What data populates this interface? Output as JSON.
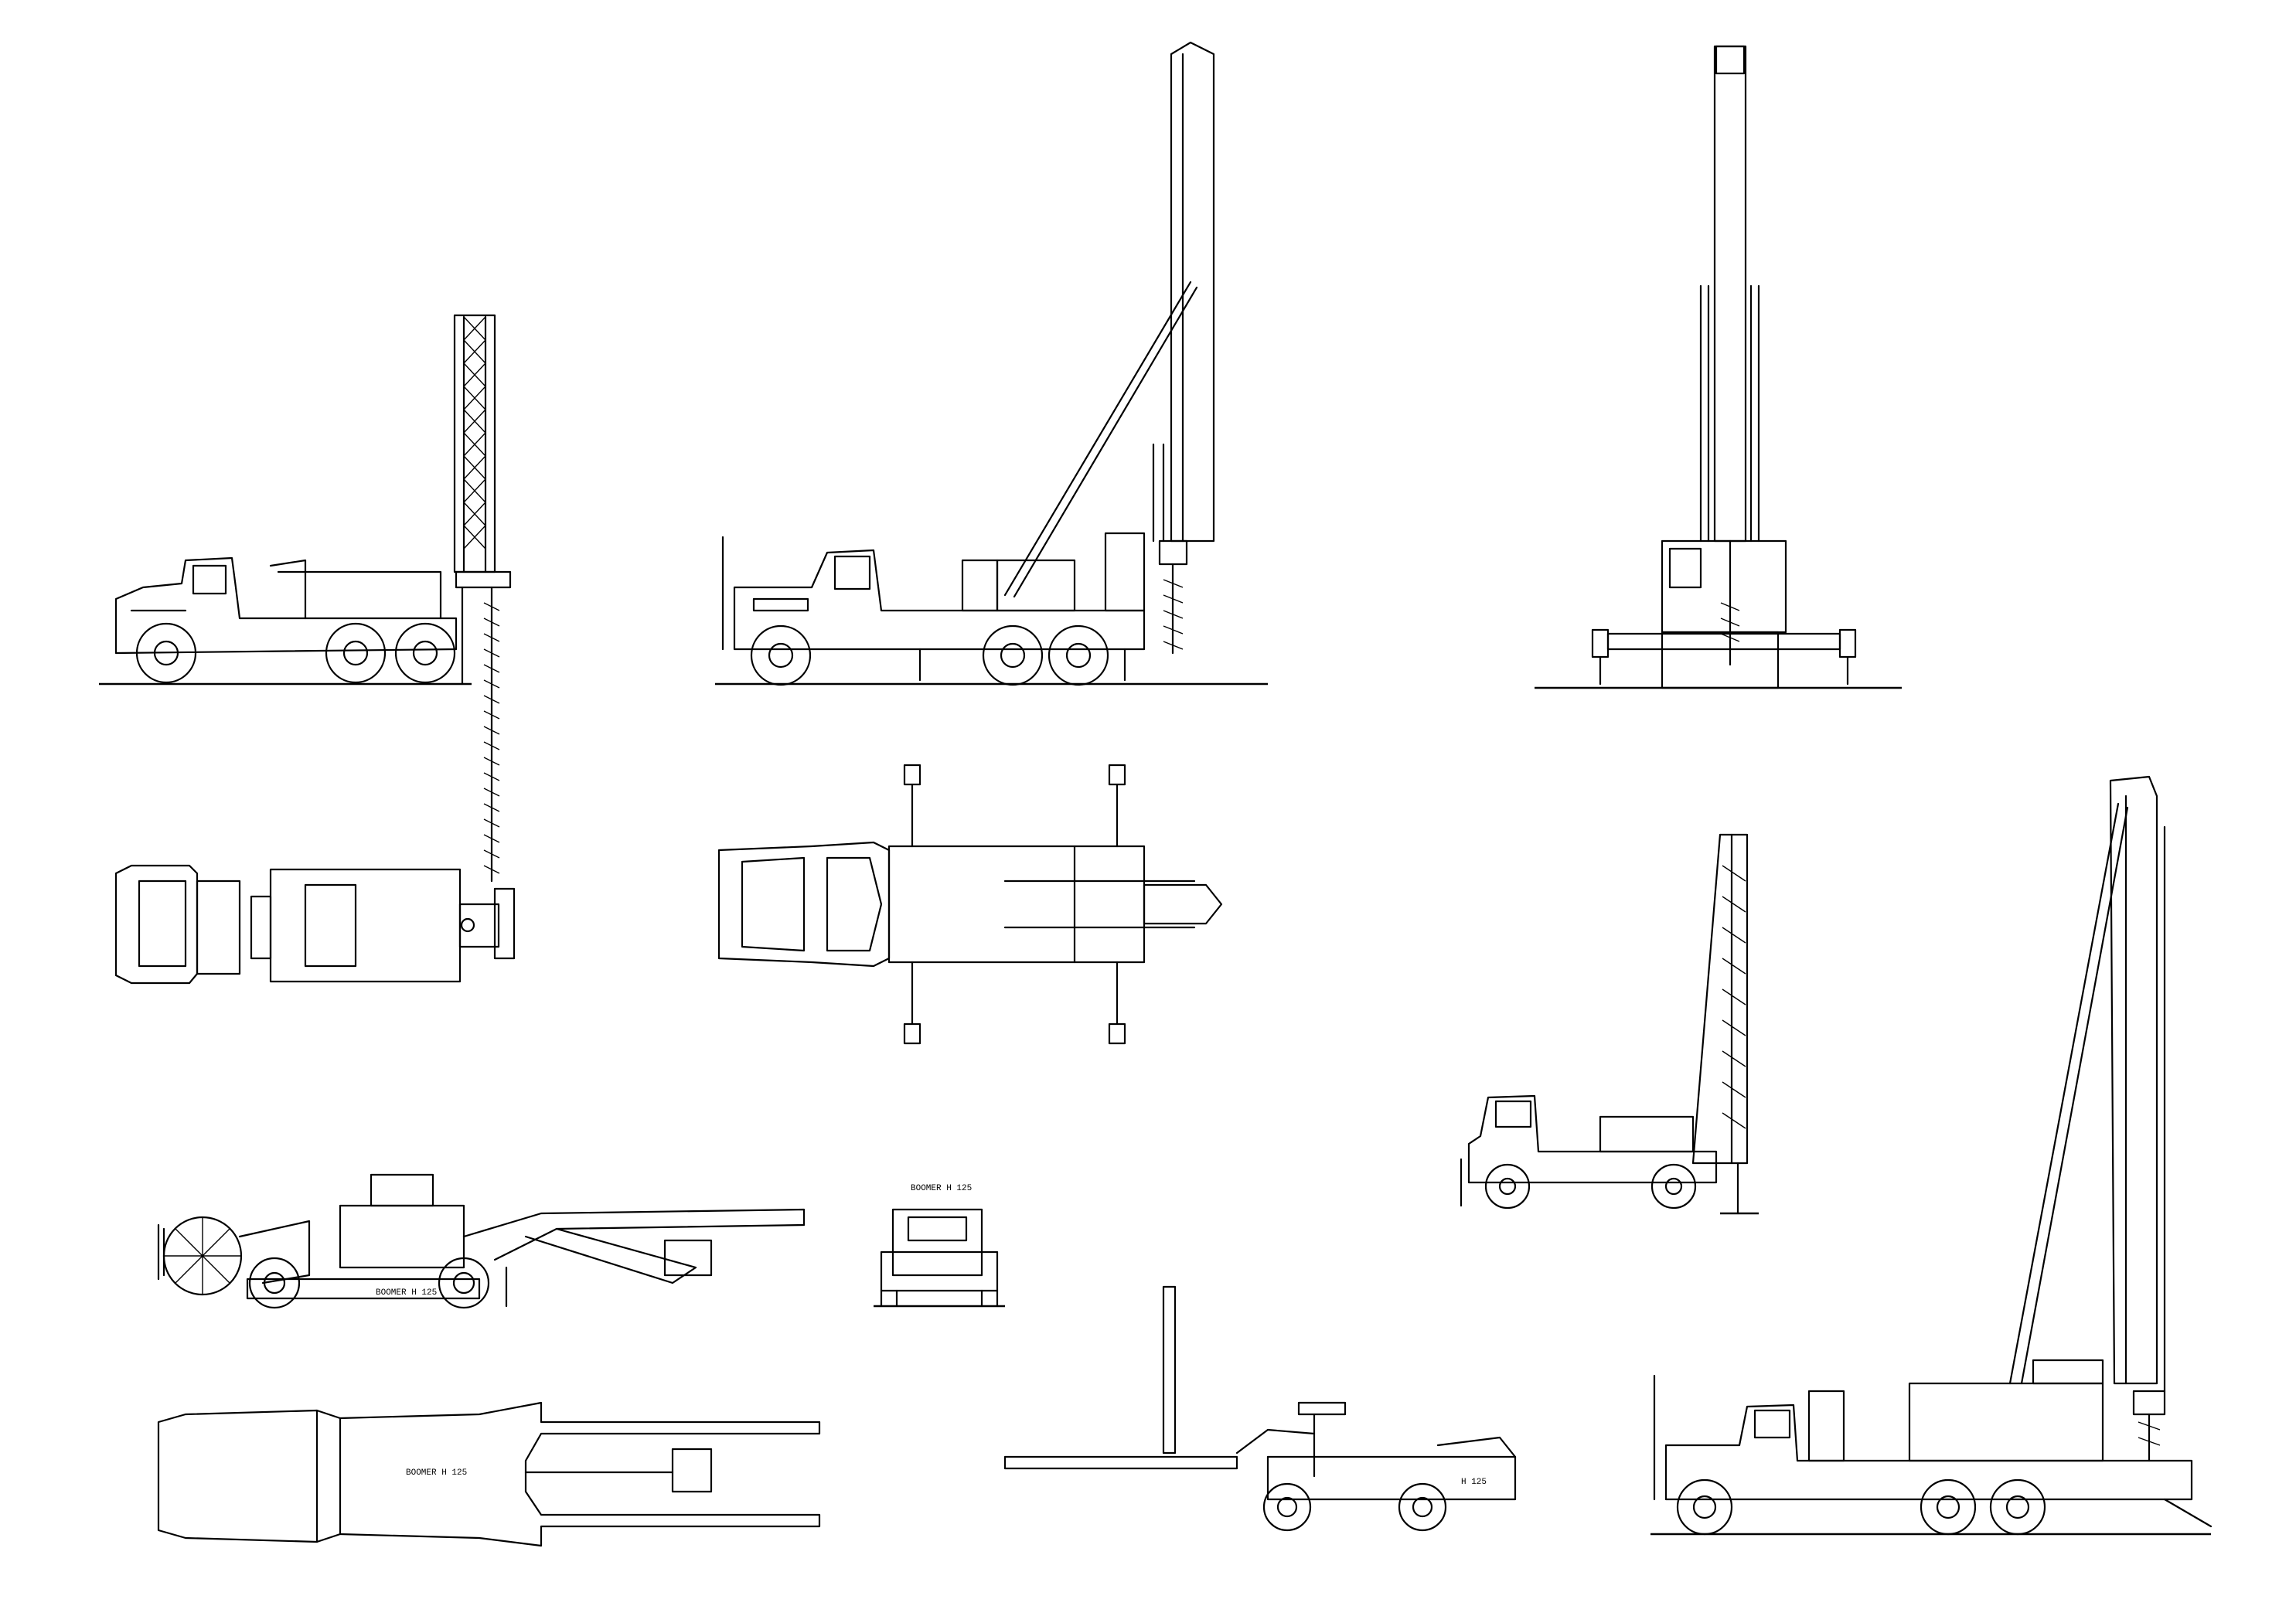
{
  "drawing": {
    "labels": {
      "boomer_side": "BOOMER H 125",
      "boomer_front": "BOOMER H 125",
      "boomer_top": "BOOMER H 125",
      "boomer_small": "H 125"
    }
  }
}
